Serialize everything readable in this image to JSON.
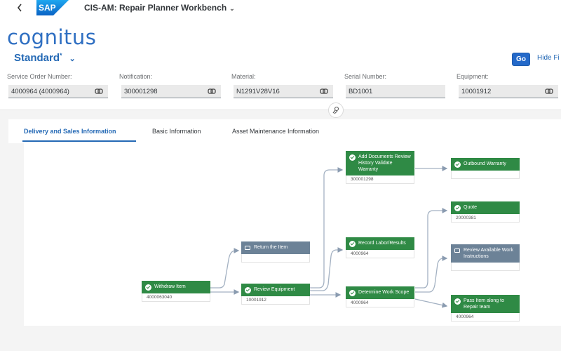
{
  "shell": {
    "back_icon": "chevron-left-icon",
    "logo_text": "SAP",
    "app_title": "CIS-AM: Repair Planner Workbench"
  },
  "brand": {
    "logo_text": "cognitus"
  },
  "filter_bar": {
    "variant": "Standard",
    "variant_modified": "*",
    "go_label": "Go",
    "hide_label": "Hide Fi",
    "fields": [
      {
        "label": "Service Order Number:",
        "value": "4000964 (4000964)"
      },
      {
        "label": "Notification:",
        "value": "300001298"
      },
      {
        "label": "Material:",
        "value": "N1291V28V16"
      },
      {
        "label": "Serial Number:",
        "value": "BD1001"
      },
      {
        "label": "Equipment:",
        "value": "10001912"
      }
    ]
  },
  "tabs": [
    {
      "label": "Delivery and Sales Information",
      "active": true
    },
    {
      "label": "Basic Information",
      "active": false
    },
    {
      "label": "Asset Maintenance Information",
      "active": false
    }
  ],
  "nodes": {
    "withdraw": {
      "title": "Withdraw Item",
      "sub": "4000063040",
      "status": "done"
    },
    "return": {
      "title": "Return the Item",
      "sub": "",
      "status": "pending"
    },
    "review_eq": {
      "title": "Review Equipment",
      "sub": "10001912",
      "status": "done"
    },
    "add_docs": {
      "title": "Add Documents Review History Validate Warranty",
      "sub": "300001298",
      "status": "done"
    },
    "record_labor": {
      "title": "Record Labor/Results",
      "sub": "4000964",
      "status": "done"
    },
    "determine": {
      "title": "Determine Work Scope",
      "sub": "4000964",
      "status": "done"
    },
    "outbound": {
      "title": "Outbound Warranty",
      "sub": "",
      "status": "done"
    },
    "quote": {
      "title": "Quote",
      "sub": "20000381",
      "status": "done"
    },
    "review_wi": {
      "title": "Review Available Work Instructions",
      "sub": "",
      "status": "pending"
    },
    "pass_item": {
      "title": "Pass Item along to Repair team",
      "sub": "4000964",
      "status": "done"
    }
  },
  "colors": {
    "accent": "#2469b5",
    "done": "#2f8a45",
    "pending": "#6c8297"
  }
}
